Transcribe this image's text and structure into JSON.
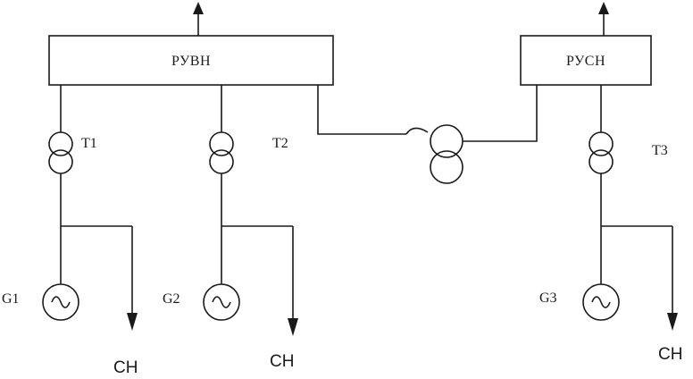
{
  "buses": {
    "hv": "РУВН",
    "mv": "РУСН"
  },
  "transformers": {
    "t1": "T1",
    "t2": "T2",
    "t3": "T3"
  },
  "generators": {
    "g1": "G1",
    "g2": "G2",
    "g3": "G3"
  },
  "loads": {
    "ch1": "CH",
    "ch2": "CH",
    "ch3": "CH"
  }
}
